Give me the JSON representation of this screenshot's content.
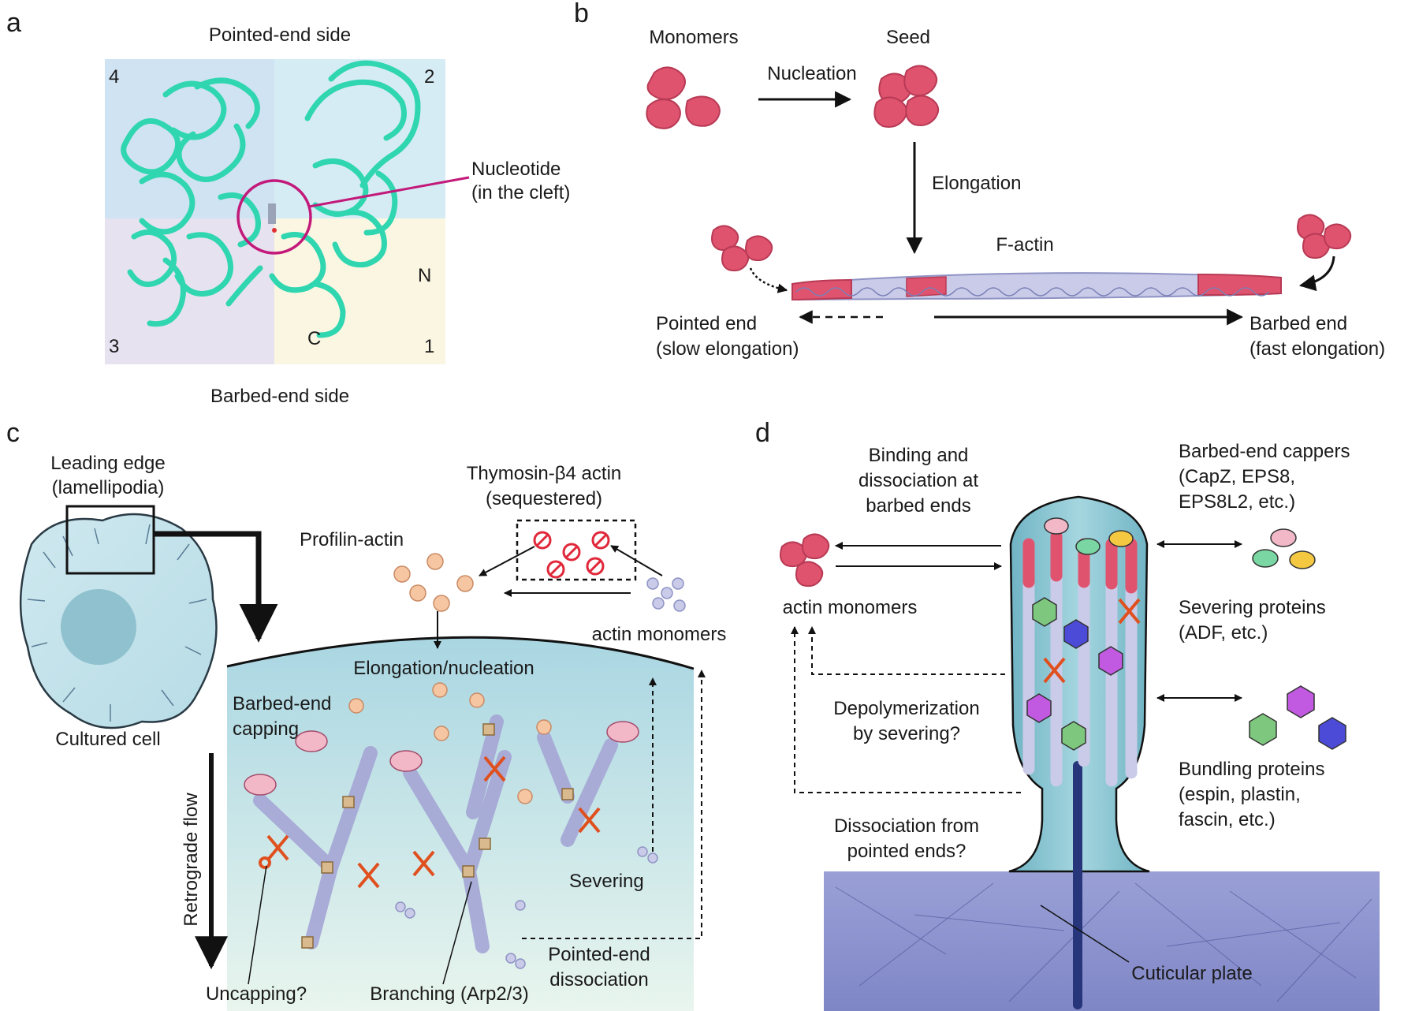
{
  "panels": {
    "a": {
      "label": "a",
      "top": "Pointed-end side",
      "bottom": "Barbed-end side",
      "quadrants": [
        "4",
        "2",
        "3",
        "1"
      ],
      "nucleotide": [
        "Nucleotide",
        "(in the cleft)"
      ],
      "n_term": "N",
      "c_term": "C"
    },
    "b": {
      "label": "b",
      "monomers": "Monomers",
      "seed": "Seed",
      "nucleation": "Nucleation",
      "elongation": "Elongation",
      "factin": "F-actin",
      "pointed": [
        "Pointed end",
        "(slow elongation)"
      ],
      "barbed": [
        "Barbed end",
        "(fast elongation)"
      ]
    },
    "c": {
      "label": "c",
      "leading": [
        "Leading edge",
        "(lamellipodia)"
      ],
      "cultured": "Cultured cell",
      "thymosin": [
        "Thymosin-β4 actin",
        "(sequestered)"
      ],
      "profilin": "Profilin-actin",
      "monomers": "actin monomers",
      "elongation": "Elongation/nucleation",
      "capping": [
        "Barbed-end",
        "capping"
      ],
      "retrograde": "Retrograde flow",
      "severing": "Severing",
      "pointed_diss": [
        "Pointed-end",
        "dissociation"
      ],
      "uncapping": "Uncapping?",
      "branching": "Branching (Arp2/3)"
    },
    "d": {
      "label": "d",
      "binding": [
        "Binding and",
        "dissociation at",
        "barbed ends"
      ],
      "cappers": [
        "Barbed-end cappers",
        "(CapZ, EPS8,",
        "EPS8L2, etc.)"
      ],
      "monomers": "actin monomers",
      "severing": [
        "Severing proteins",
        "(ADF, etc.)"
      ],
      "depoly": [
        "Depolymerization",
        "by severing?"
      ],
      "bundling": [
        "Bundling proteins",
        "(espin, plastin,",
        "fascin, etc.)"
      ],
      "dissociation": [
        "Dissociation from",
        "pointed ends?"
      ],
      "cuticular": "Cuticular plate"
    }
  },
  "colors": {
    "ribbon": "#2fd6b0",
    "magenta": "#c2197a",
    "monomer_red": "#e0536e",
    "actin_lavender": "#c9cbe8",
    "profilin": "#f6c6a3",
    "capper_pink": "#f2b8c8",
    "scissors": "#e04f1e",
    "arp": "#d9b98e",
    "stereocilium": "#8fc7d1",
    "cuticular": "#8890cc",
    "hex_green": "#7ec77e",
    "hex_purple": "#c15ae0",
    "hex_blue": "#4b4bd8"
  }
}
